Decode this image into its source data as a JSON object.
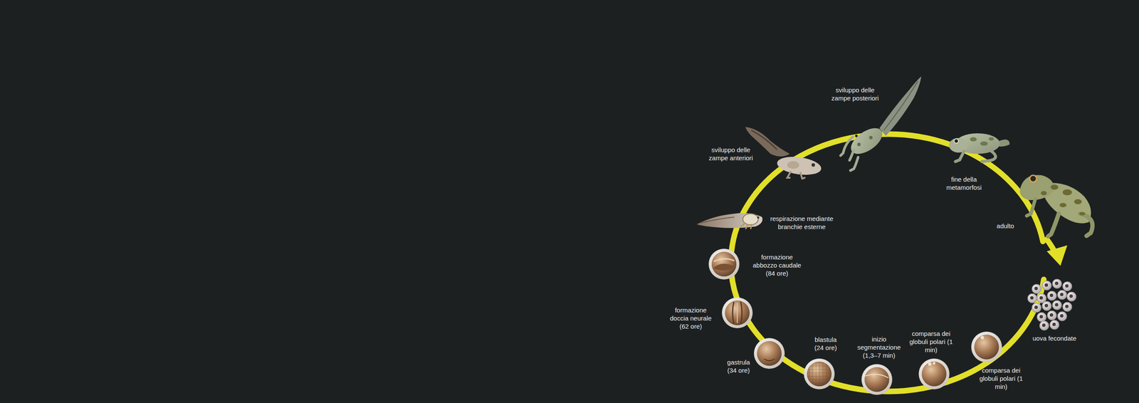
{
  "diagram": {
    "labels": [
      "sviluppo delle zampe posteriori",
      "sviluppo delle zampe anteriori",
      "fine della metamorfosi",
      "respirazione mediante branchie esterne",
      "adulto",
      "formazione abbozzo caudale (84 ore)",
      "formazione doccia neurale (62 ore)",
      "uova fecondate",
      "gastrula (34 ore)",
      "blastula (24 ore)",
      "inizio segmentazione (1,3–7 min)",
      "comparsa dei globuli polari (1 min)",
      "comparsa dei globuli polari (1 min)"
    ]
  }
}
